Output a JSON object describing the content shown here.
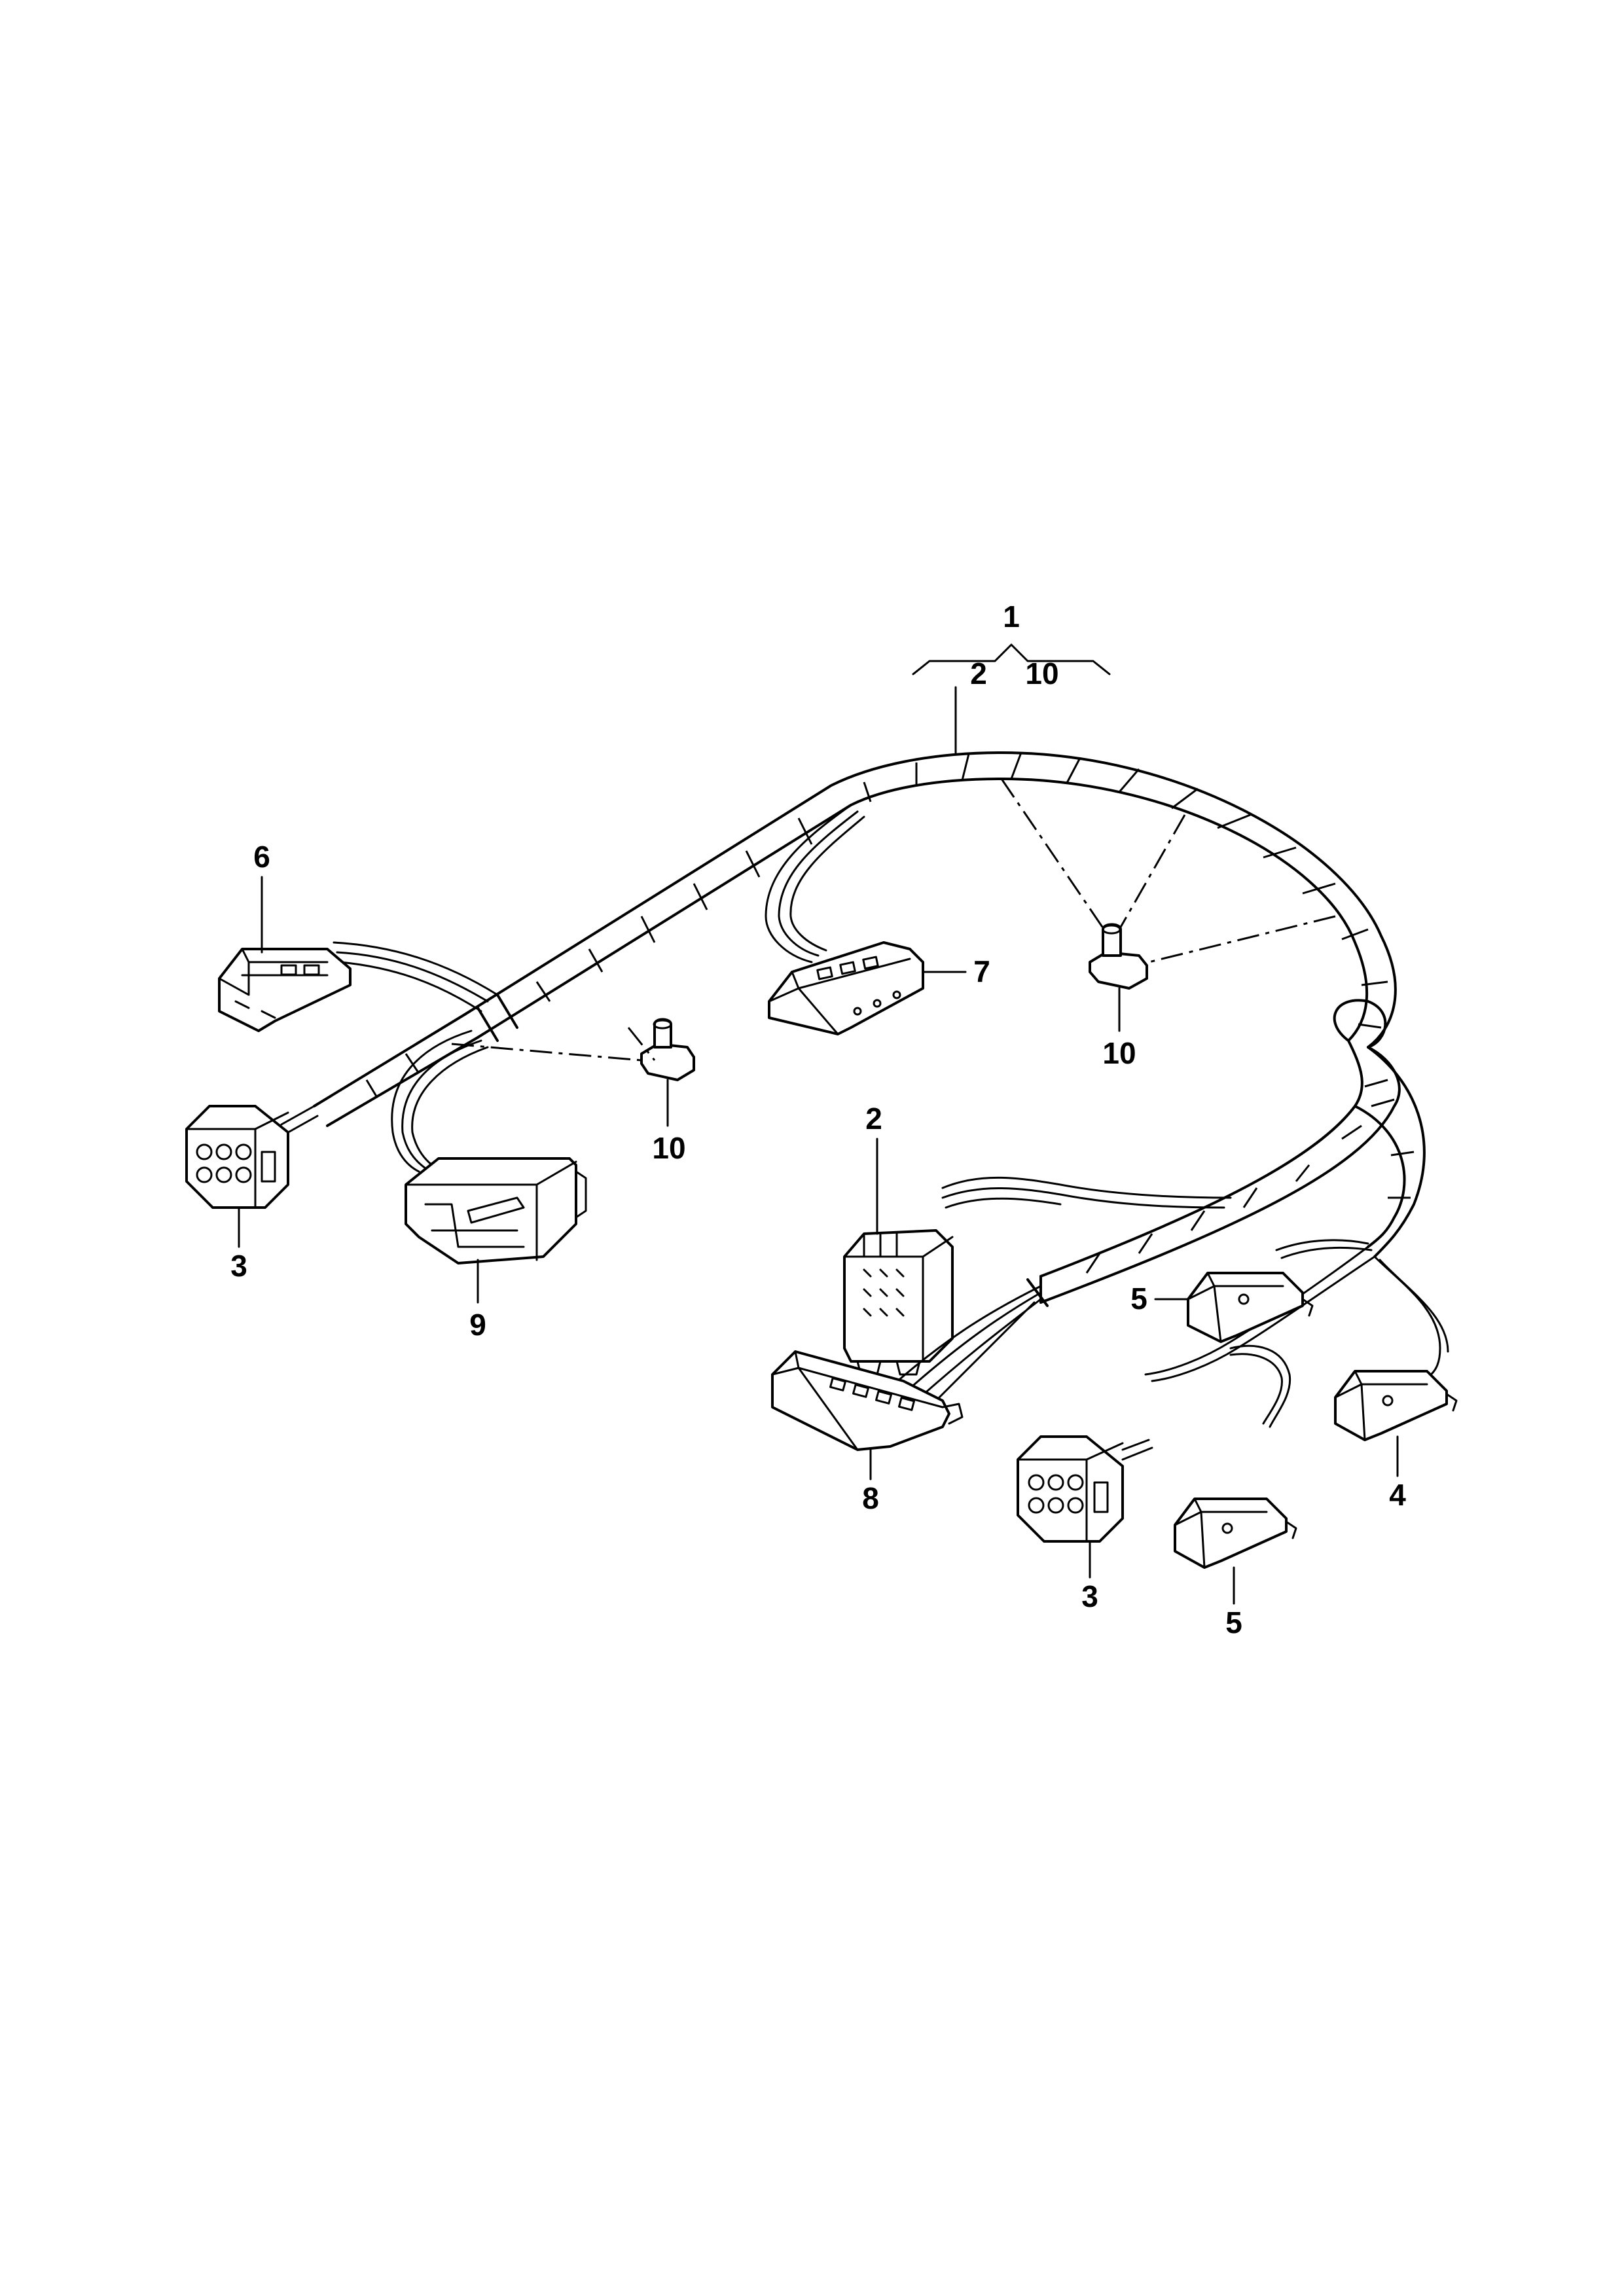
{
  "callouts": {
    "c1": "1",
    "c2_group": "2",
    "c10_group": "10",
    "c6": "6",
    "c7": "7",
    "c10_right": "10",
    "c10_center": "10",
    "c2": "2",
    "c3_left": "3",
    "c9": "9",
    "c5_upper": "5",
    "c8": "8",
    "c4": "4",
    "c3_right": "3",
    "c5_lower": "5"
  }
}
